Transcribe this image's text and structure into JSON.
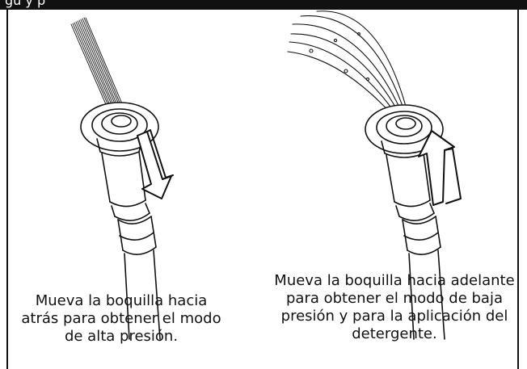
{
  "header": {
    "title_fragment": "gu                    y                                          p"
  },
  "panels": {
    "left": {
      "caption_lines": [
        "Mueva la boquilla hacia",
        "atrás para obtener el modo",
        "de alta presión."
      ],
      "mode": "alta presión"
    },
    "right": {
      "caption_lines": [
        "Mueva la boquilla hacia adelante",
        "para obtener el modo de baja",
        "presión y para la aplicación del",
        "detergente."
      ],
      "mode": "baja presión"
    }
  },
  "colors": {
    "ink": "#111111",
    "paper": "#ffffff"
  },
  "icons": {
    "left_arrow": "arrow-back-icon",
    "right_arrow": "arrow-forward-icon"
  }
}
